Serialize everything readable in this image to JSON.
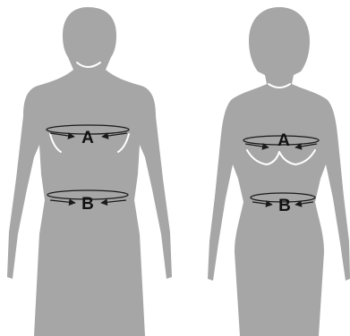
{
  "colors": {
    "figure": "#a6a6a6",
    "measure_line": "#1a1a1a",
    "contour": "#ffffff",
    "background": "#ffffff"
  },
  "figures": {
    "male": {
      "marker_a": "A",
      "marker_b": "B"
    },
    "female": {
      "marker_a": "A",
      "marker_b": "B"
    }
  }
}
